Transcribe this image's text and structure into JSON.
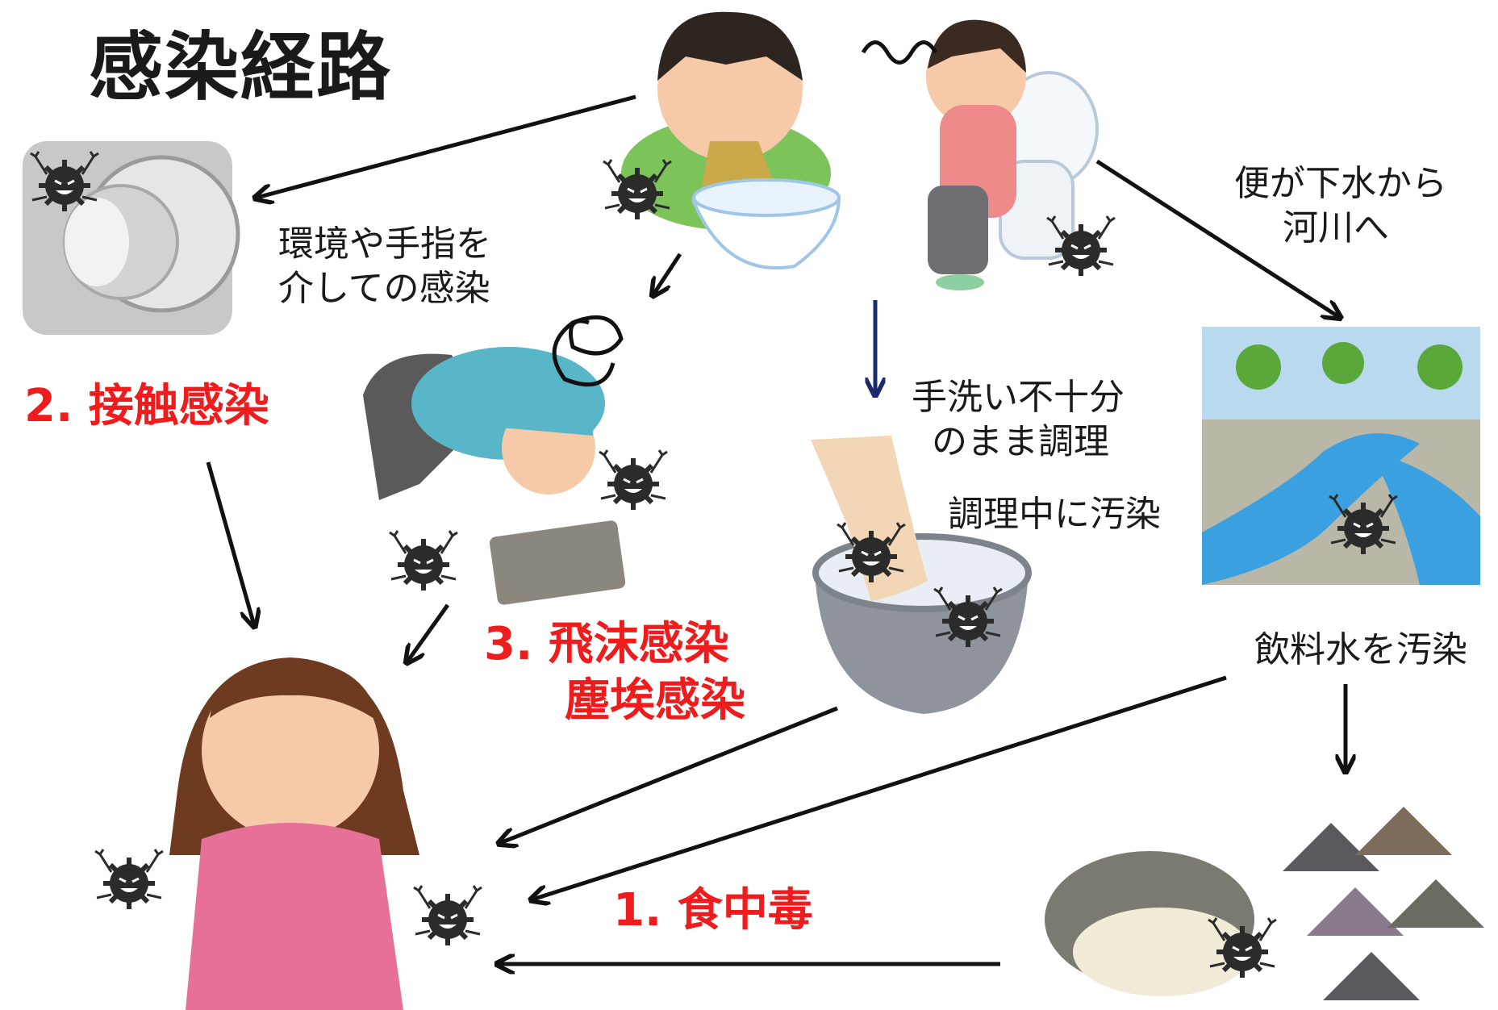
{
  "title": "感染経路",
  "labels": {
    "environment_line1": "環境や手指を",
    "environment_line2": "介しての感染",
    "feces_line1": "便が下水から",
    "feces_line2": "河川へ",
    "handwash_line1": "手洗い不十分",
    "handwash_line2": "のまま調理",
    "cooking_contamination": "調理中に汚染",
    "drinking_water": "飲料水を汚染"
  },
  "routes": {
    "contact": "2.  接触感染",
    "droplet_line1": "3.  飛沫感染",
    "droplet_line2": "塵埃感染",
    "food": "1.  食中毒"
  },
  "colors": {
    "route_red": "#ee1c1c",
    "arrow_black": "#111111",
    "arrow_navy": "#1a2a6c",
    "virus": "#2b2b2b",
    "river": "#3aa0e0"
  }
}
